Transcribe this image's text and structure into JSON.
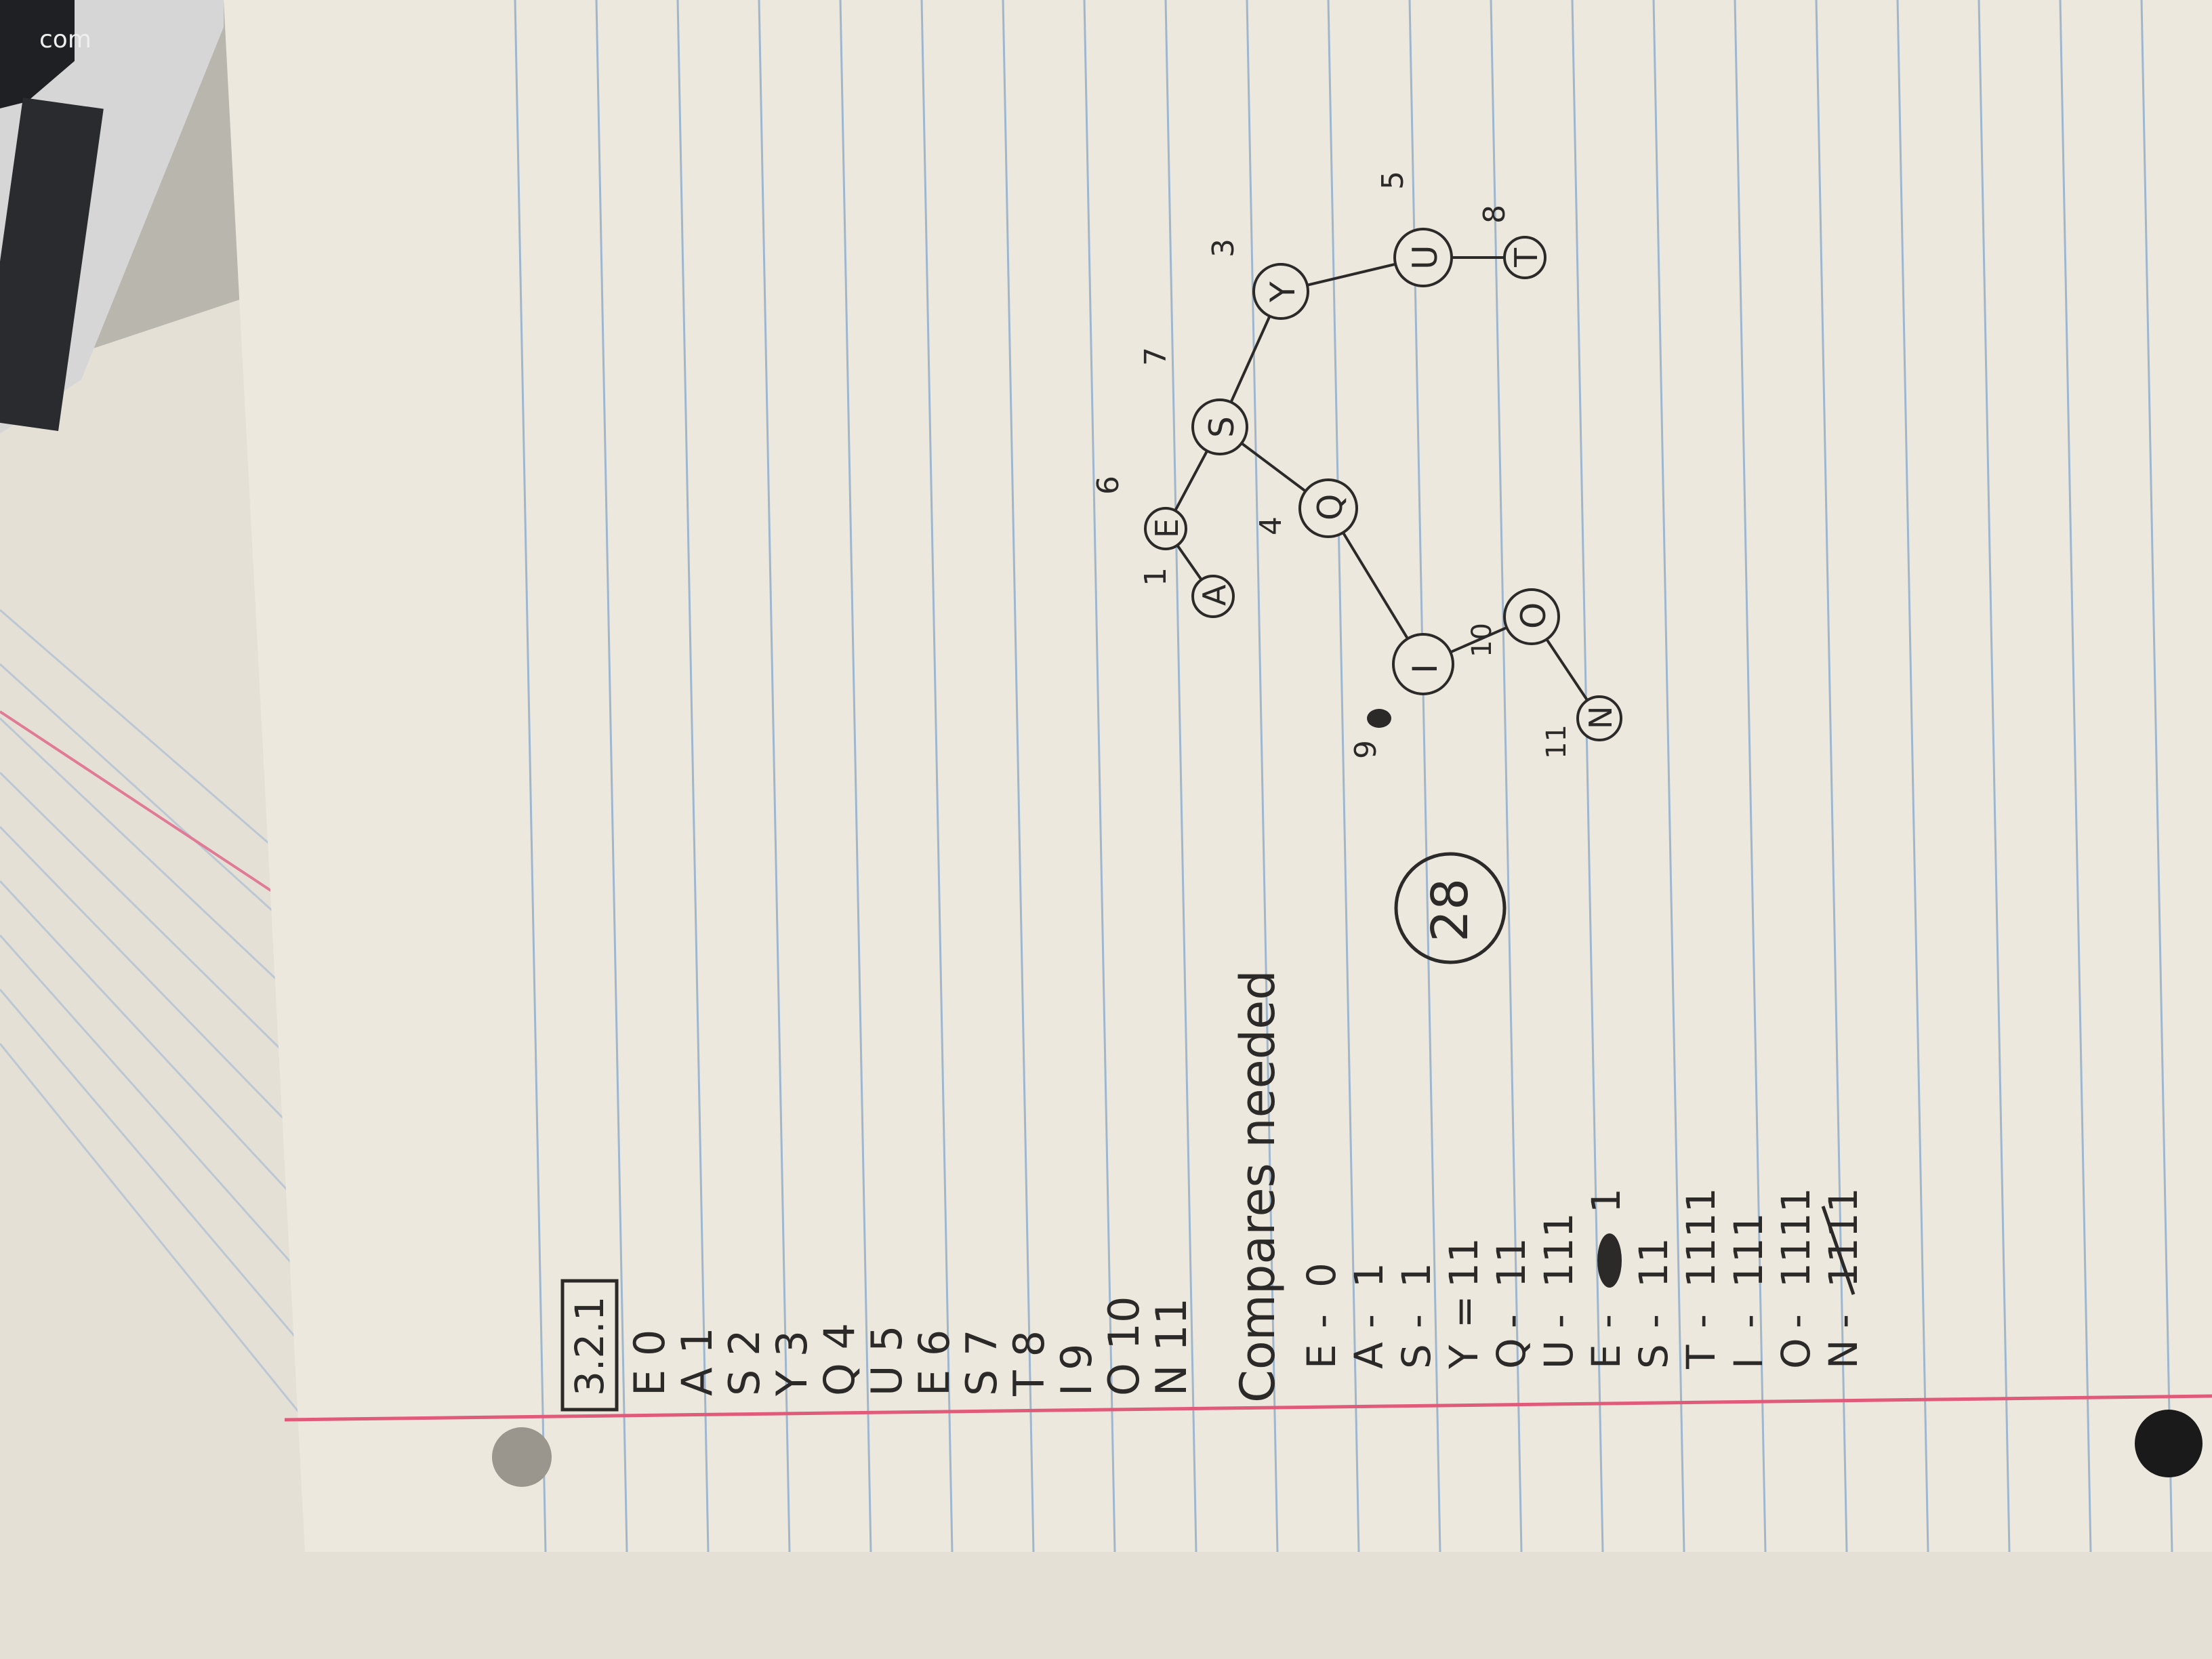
{
  "photo": {
    "laptop_key_text": "com",
    "heading": "3.2.1",
    "insertion_lines": [
      "E 0",
      "A 1",
      "S 2",
      "Y 3",
      "Q 4",
      "U 5",
      "E 6",
      "S 7",
      "T 8",
      "I 9",
      "O 10",
      "N 11"
    ],
    "tree": {
      "nodes": [
        {
          "label": "E",
          "note": "6"
        },
        {
          "label": "A",
          "note": "1"
        },
        {
          "label": "S",
          "note": "7"
        },
        {
          "label": "Y",
          "note": "3"
        },
        {
          "label": "Q",
          "note": "4"
        },
        {
          "label": "U",
          "note": "5"
        },
        {
          "label": "T",
          "note": "8"
        },
        {
          "label": "I",
          "note": "9"
        },
        {
          "label": "O",
          "note": "10"
        },
        {
          "label": "N",
          "note": "11"
        }
      ]
    },
    "total": "28",
    "compares_title": "Compares needed",
    "compares": [
      {
        "key": "E",
        "sep": "-",
        "tally": "0"
      },
      {
        "key": "A",
        "sep": "-",
        "tally": "1"
      },
      {
        "key": "S",
        "sep": "-",
        "tally": "1"
      },
      {
        "key": "Y",
        "sep": "=",
        "tally": "11"
      },
      {
        "key": "Q",
        "sep": "-",
        "tally": "11"
      },
      {
        "key": "U",
        "sep": "-",
        "tally": "111"
      },
      {
        "key": "E",
        "sep": "-",
        "tally": "1"
      },
      {
        "key": "S",
        "sep": "-",
        "tally": "11"
      },
      {
        "key": "T",
        "sep": "-",
        "tally": "1111"
      },
      {
        "key": "I",
        "sep": "-",
        "tally": "111"
      },
      {
        "key": "O",
        "sep": "-",
        "tally": "1111"
      },
      {
        "key": "N",
        "sep": "-",
        "tally": "1111"
      }
    ]
  },
  "colors": {
    "paper": "#ece8dd",
    "rule_line": "#9fb6cf",
    "margin_line": "#e05a7a",
    "ink": "#2c2a28",
    "desk": "#b9b6ae",
    "laptop": "#2a2b2e"
  }
}
